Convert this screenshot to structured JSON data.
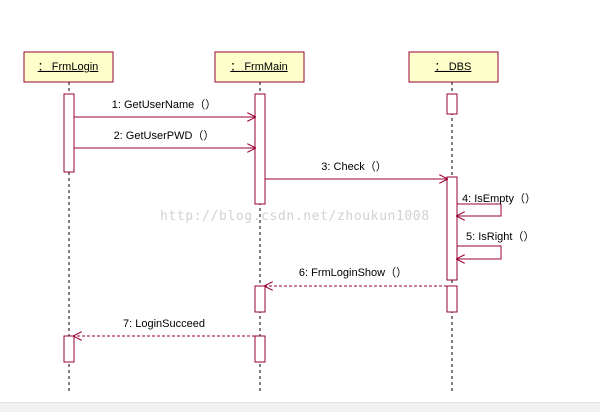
{
  "diagram": {
    "lifelines": [
      {
        "label": "： FrmLogin"
      },
      {
        "label": "： FrmMain"
      },
      {
        "label": "： DBS"
      }
    ],
    "messages": [
      {
        "label": "1: GetUserName（）",
        "kind": "call"
      },
      {
        "label": "2: GetUserPWD（）",
        "kind": "call"
      },
      {
        "label": "3: Check（）",
        "kind": "call"
      },
      {
        "label": "4: IsEmpty（）",
        "kind": "self"
      },
      {
        "label": "5: IsRight（）",
        "kind": "self"
      },
      {
        "label": "6: FrmLoginShow（）",
        "kind": "return"
      },
      {
        "label": "7: LoginSucceed",
        "kind": "return"
      }
    ],
    "watermark": "http://blog.csdn.net/zhoukun1008",
    "colors": {
      "box_fill": "#ffffcc",
      "outline": "#990033",
      "text": "#000000",
      "watermark": "#d2d2d2",
      "lifeline": "#000000"
    }
  }
}
